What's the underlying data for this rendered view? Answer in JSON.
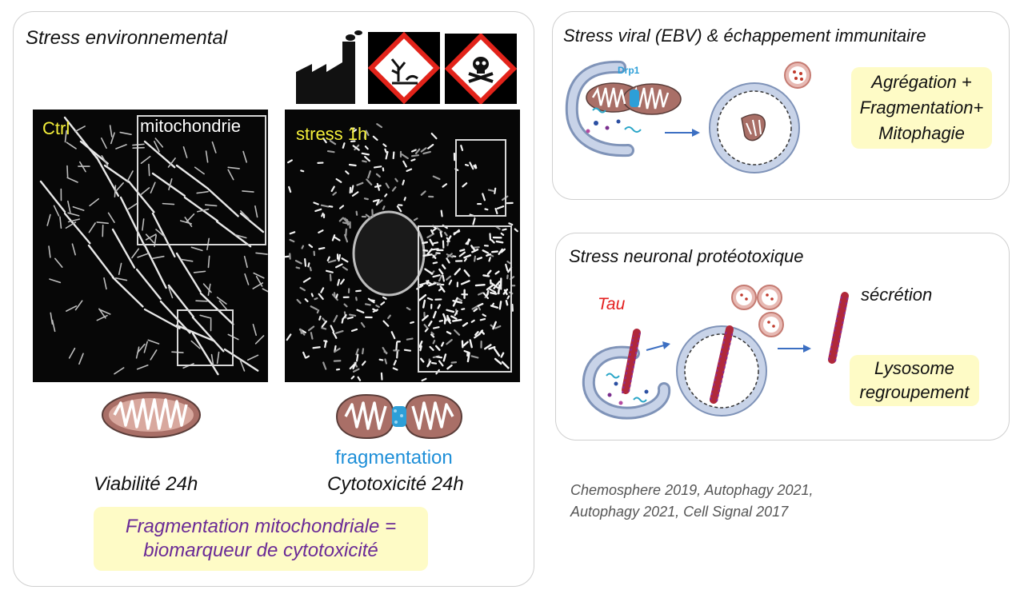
{
  "left_panel": {
    "title": "Stress environnemental",
    "micro_ctrl": {
      "label": "Ctrl",
      "inset_label": "mitochondrie"
    },
    "micro_stress": {
      "label": "stress 1h"
    },
    "caption_left": "Viabilité 24h",
    "caption_fragmentation": "fragmentation",
    "caption_right": "Cytotoxicité 24h",
    "conclusion": [
      "Fragmentation mitochondriale =",
      "biomarqueur de cytotoxicité"
    ]
  },
  "top_right_panel": {
    "title": "Stress viral (EBV) & échappement immunitaire",
    "drp1_label": "Drp1",
    "box": [
      "Agrégation +",
      "Fragmentation+",
      "Mitophagie"
    ]
  },
  "bottom_right_panel": {
    "title": "Stress neuronal protéotoxique",
    "tau_label": "Tau",
    "secretion_label": "sécrétion",
    "box": [
      "Lysosome",
      "regroupement"
    ]
  },
  "references": [
    "Chemosphere 2019, Autophagy 2021,",
    "Autophagy 2021, Cell Signal 2017"
  ],
  "colors": {
    "highlight": "#fefbc6",
    "purple_text": "#6a2a96",
    "blue_text": "#1e8fd8",
    "red_text": "#e41e1e",
    "mito": "#c98f86"
  },
  "icons": [
    "factory-icon",
    "environmental-hazard-icon",
    "toxic-skull-icon"
  ]
}
